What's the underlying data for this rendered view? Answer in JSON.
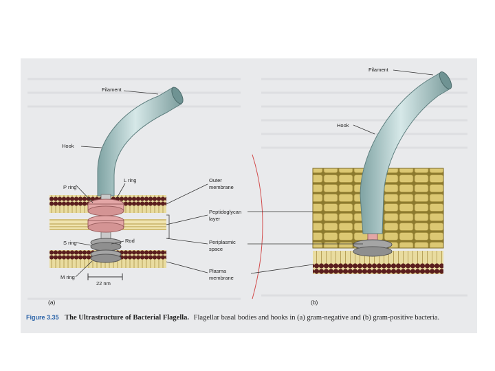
{
  "panel_a": {
    "labels": {
      "filament": "Filament",
      "hook": "Hook",
      "l_ring": "L ring",
      "p_ring": "P ring",
      "s_ring": "S ring",
      "rod": "Rod",
      "m_ring": "M ring",
      "outer_membrane_1": "Outer",
      "outer_membrane_2": "membrane",
      "peptidoglycan_1": "Peptidoglycan",
      "peptidoglycan_2": "layer",
      "periplasmic_1": "Periplasmic",
      "periplasmic_2": "space",
      "plasma_membrane_1": "Plasma",
      "plasma_membrane_2": "membrane",
      "scale": "22 nm",
      "panel_letter": "(a)"
    }
  },
  "panel_b": {
    "labels": {
      "filament": "Filament",
      "hook": "Hook",
      "panel_letter": "(b)"
    }
  },
  "caption": {
    "figure_number": "Figure 3.35",
    "title": "The Ultrastructure of Bacterial Flagella.",
    "text": "Flagellar basal bodies and hooks in (a) gram-negative and (b) gram-positive bacteria."
  },
  "colors": {
    "filament": "#9cbcbc",
    "membrane_head": "#5a1e1e",
    "membrane_tail": "#e6d89a",
    "peptidoglycan": "#d9c46a",
    "ring_pink": "#e3a6a6",
    "ring_gray": "#8f8f8f",
    "caption_blue": "#2a63a8"
  }
}
